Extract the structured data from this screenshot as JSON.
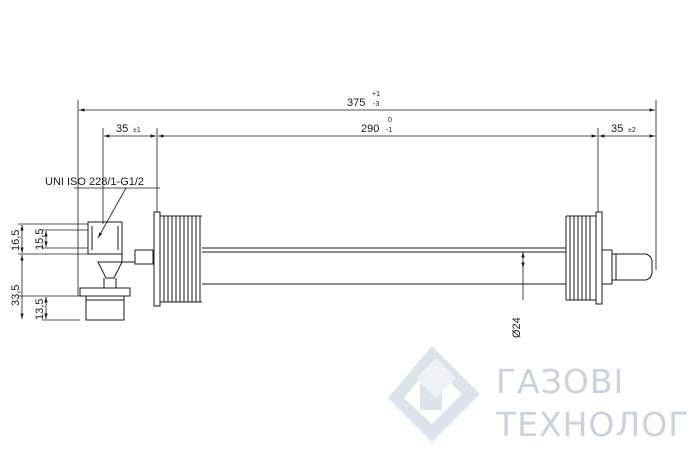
{
  "drawing": {
    "dimensions": {
      "overall": {
        "value": "375",
        "tol_upper": "+1",
        "tol_lower": "-3"
      },
      "left_offset": {
        "value": "35",
        "tol": "±1"
      },
      "middle": {
        "value": "290",
        "tol_upper": "0",
        "tol_lower": "-1"
      },
      "right_offset": {
        "value": "35",
        "tol": "±2"
      },
      "thread_spec": "UNI ISO 228/1-G1/2",
      "height_outer_top": "16,5",
      "height_inner_top": "15,5",
      "height_outer_bottom": "33,5",
      "height_inner_bottom": "13,5",
      "tube_diameter": "Ø24"
    }
  },
  "logo": {
    "line1": "ГАЗОВІ",
    "line2": "ТЕХНОЛОГІЇ",
    "color": "#c9d2de"
  }
}
